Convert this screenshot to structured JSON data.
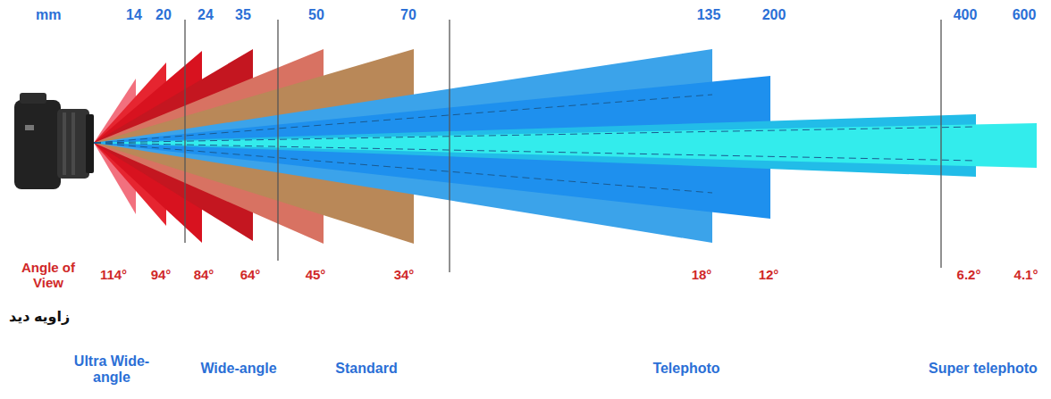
{
  "diagram": {
    "labels": [
      "mm",
      "14",
      "20",
      "24",
      "35",
      "50",
      "70",
      "135",
      "200",
      "400",
      "600",
      "Angle of View",
      "زاویه دید",
      "114°",
      "94°",
      "84°",
      "64°",
      "45°",
      "34°",
      "18°",
      "12°",
      "6.2°",
      "4.1°",
      "Ultra Wide-angle",
      "Wide-angle",
      "Standard",
      "Telephoto",
      "Super telephoto"
    ]
  }
}
